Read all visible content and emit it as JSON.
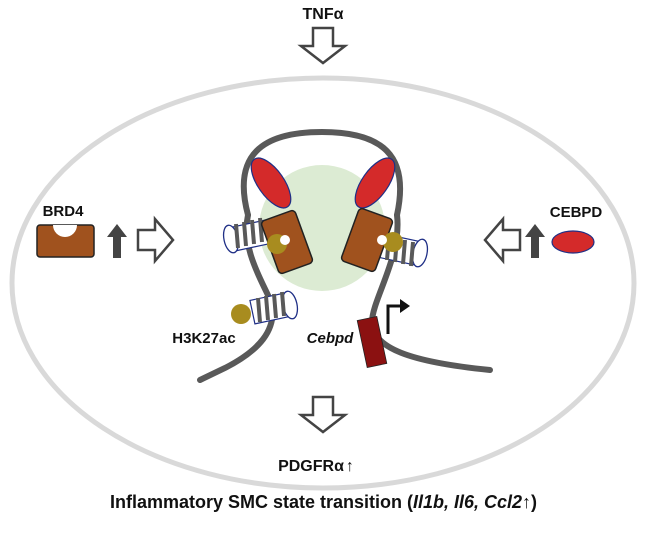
{
  "labels": {
    "stimulus": "TNFα",
    "brd4": "BRD4",
    "cebpd_protein": "CEBPD",
    "histone_mark": "H3K27ac",
    "gene": "Cebpd",
    "receptor": "PDGFRα",
    "up_arrow": "↑"
  },
  "caption": {
    "main": "Inflammatory SMC state transition (",
    "genes": "Il1b, Il6, Ccl2",
    "up_arrow": "↑",
    "close": ")"
  },
  "colors": {
    "cell_border": "#d9d9d9",
    "chromatin": "#595959",
    "condensate": "#dcebd3",
    "brd4": "#a0521e",
    "cebpd": "#d42a2a",
    "cebpd_border": "#1f2f86",
    "acetyl_mark": "#a88c1f",
    "promoter": "#8b1111",
    "arrow_fill": "#444444",
    "nucleosome_border": "#1f2f86"
  }
}
